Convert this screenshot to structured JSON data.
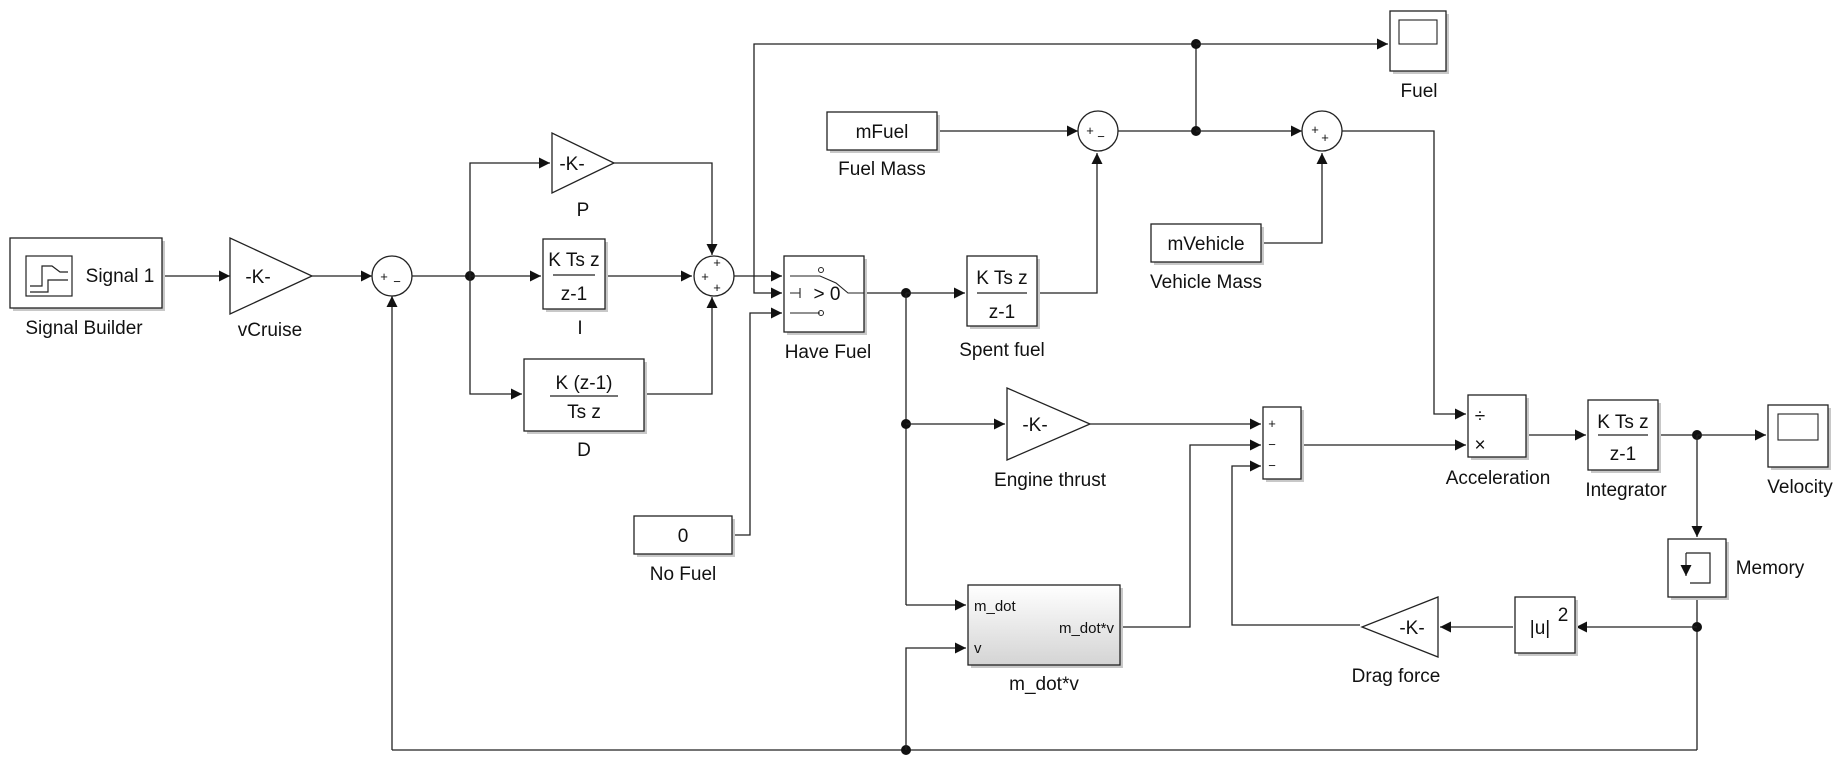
{
  "blocks": {
    "signal_builder": {
      "label": "Signal Builder",
      "text": "Signal 1"
    },
    "vcruise": {
      "label": "vCruise",
      "text": "-K-"
    },
    "p_gain": {
      "label": "P",
      "text": "-K-"
    },
    "i_block": {
      "label": "I",
      "num": "K Ts z",
      "den": "z-1"
    },
    "d_block": {
      "label": "D",
      "num": "K (z-1)",
      "den": "Ts z"
    },
    "have_fuel": {
      "label": "Have Fuel",
      "text": "> 0"
    },
    "no_fuel": {
      "label": "No Fuel",
      "text": "0"
    },
    "fuel_mass": {
      "label": "Fuel Mass",
      "text": "mFuel"
    },
    "spent_fuel": {
      "label": "Spent fuel",
      "num": "K Ts z",
      "den": "z-1"
    },
    "vehicle_mass": {
      "label": "Vehicle Mass",
      "text": "mVehicle"
    },
    "fuel_scope": {
      "label": "Fuel"
    },
    "engine_thrust": {
      "label": "Engine thrust",
      "text": "-K-"
    },
    "mdotv": {
      "label": "m_dot*v",
      "in1": "m_dot",
      "in2": "v",
      "out": "m_dot*v"
    },
    "acceleration": {
      "label": "Acceleration",
      "top": "÷",
      "bottom": "×"
    },
    "integrator": {
      "label": "Integrator",
      "num": "K Ts z",
      "den": "z-1"
    },
    "velocity_scope": {
      "label": "Velocity"
    },
    "memory": {
      "label": "Memory"
    },
    "drag_force": {
      "label": "Drag force",
      "text": "-K-"
    },
    "square": {
      "text": "|u|",
      "sup": "2"
    }
  },
  "sums": {
    "cruise_sum": [
      "+",
      "−"
    ],
    "pid_sum": [
      "+",
      "+",
      "+"
    ],
    "fuel_sum": [
      "+",
      "−"
    ],
    "mass_sum": [
      "+",
      "+"
    ],
    "force_sum": [
      "+",
      "−",
      "−"
    ]
  }
}
